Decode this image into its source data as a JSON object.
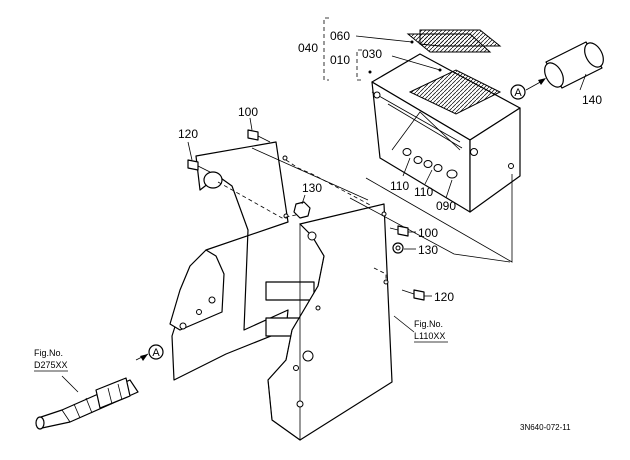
{
  "callouts": {
    "c060": "060",
    "c040": "040",
    "c010": "010",
    "c030": "030",
    "c140": "140",
    "c100_top": "100",
    "c120_top": "120",
    "c130_mid": "130",
    "c110_a": "110",
    "c110_b": "110",
    "c090": "090",
    "c100_right": "100",
    "c130_right": "130",
    "c120_right": "120"
  },
  "markers": {
    "a_top": "A",
    "a_bottom": "A"
  },
  "figure_refs": {
    "right_line1": "Fig.No.",
    "right_line2": "L110XX",
    "left_line1": "Fig.No.",
    "left_line2": "D275XX"
  },
  "drawing_code": "3N640-072-11"
}
